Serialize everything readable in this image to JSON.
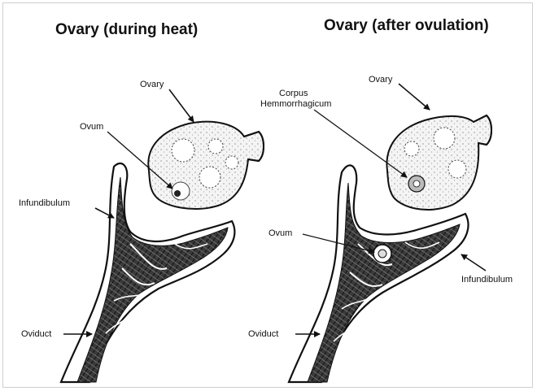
{
  "left_panel": {
    "title": "Ovary (during heat)",
    "labels": {
      "ovary": "Ovary",
      "ovum": "Ovum",
      "infundibulum": "Infundibulum",
      "oviduct": "Oviduct"
    }
  },
  "right_panel": {
    "title": "Ovary (after ovulation)",
    "labels": {
      "ovary": "Ovary",
      "corpus_line1": "Corpus",
      "corpus_line2": "Hemmorrhagicum",
      "ovum": "Ovum",
      "infundibulum": "Infundibulum",
      "oviduct": "Oviduct"
    }
  }
}
